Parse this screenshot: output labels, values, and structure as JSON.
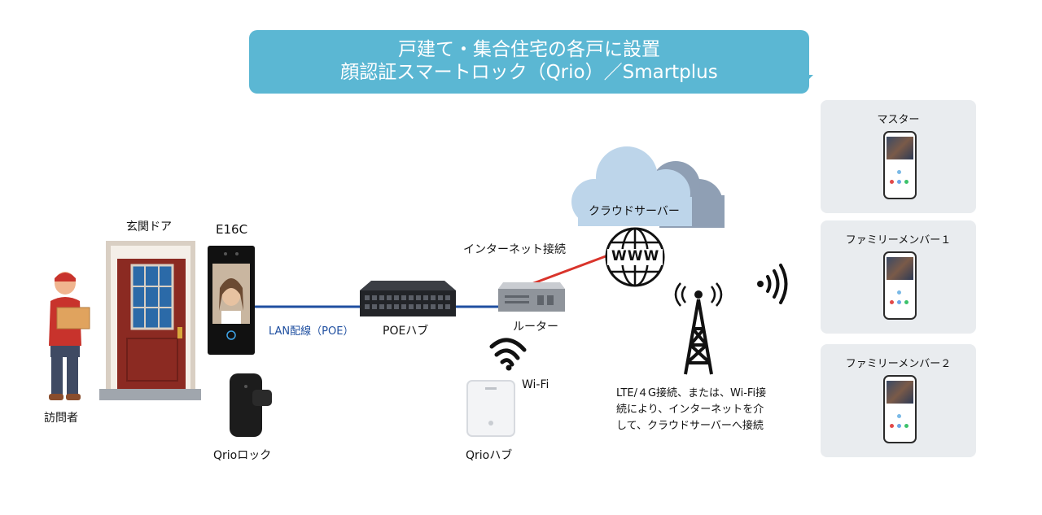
{
  "banner": {
    "line1": "戸建て・集合住宅の各戸に設置",
    "line2": "顔認証スマートロック（Qrio）／Smartplus"
  },
  "labels": {
    "door": "玄関ドア",
    "device": "E16C",
    "visitor": "訪問者",
    "lock": "Qrioロック",
    "lan": "LAN配線（POE）",
    "poe_hub": "POEハブ",
    "router": "ルーター",
    "internet": "インターネット接続",
    "cloud": "クラウドサーバー",
    "www": "WWW",
    "wifi": "Wi-Fi",
    "qrio_hub": "Qrioハブ"
  },
  "note": {
    "line1": "LTE/４G接続、または、Wi-Fi接",
    "line2": "続により、インターネットを介",
    "line3": "して、クラウドサーバーへ接続"
  },
  "panels": [
    {
      "title": "マスター"
    },
    {
      "title": "ファミリーメンバー１"
    },
    {
      "title": "ファミリーメンバー２"
    }
  ],
  "colors": {
    "banner": "#5bb7d3",
    "lan_line": "#1f4fa0",
    "internet_line": "#d9342b",
    "door": "#8b2a22",
    "panel_bg": "#e9ecef"
  }
}
